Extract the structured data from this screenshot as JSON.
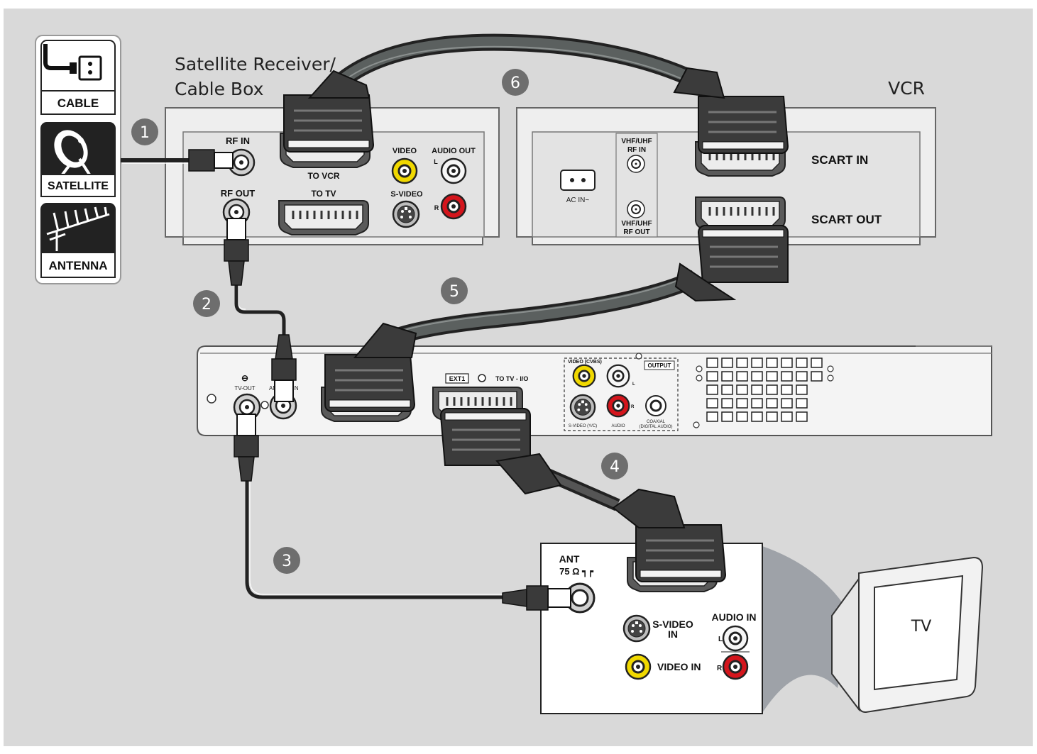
{
  "colors": {
    "background": "#d9d9d9",
    "panel": "#ebebeb",
    "panel_inner": "#dedede",
    "cable_dark": "#2c2f2e",
    "scart_plug": "#3a3a3a",
    "badge": "#6e6e6e",
    "yellow_jack": "#f0d800",
    "red_jack": "#d4151c",
    "tv_shadow": "#9ea2a8"
  },
  "source_panel": {
    "cable_label": "CABLE",
    "satellite_label": "SATELLITE",
    "antenna_label": "ANTENNA",
    "icons": [
      "cable-wall-outlet-icon",
      "satellite-dish-icon",
      "antenna-icon"
    ]
  },
  "satellite_receiver": {
    "title_line1": "Satellite Receiver/",
    "title_line2": "Cable Box",
    "rf_in": "RF IN",
    "rf_out": "RF OUT",
    "to_vcr": "TO VCR",
    "to_tv": "TO TV",
    "video": "VIDEO",
    "audio_out": "AUDIO OUT",
    "l": "L",
    "r": "R",
    "s_video": "S-VIDEO"
  },
  "vcr": {
    "title": "VCR",
    "ac_in": "AC IN~",
    "rf_in_line1": "VHF/UHF",
    "rf_in_line2": "RF IN",
    "rf_out_line1": "VHF/UHF",
    "rf_out_line2": "RF OUT",
    "scart_in": "SCART IN",
    "scart_out": "SCART OUT"
  },
  "recorder": {
    "tv_out": "TV-OUT",
    "antenna_in_left": "AN",
    "antenna_in_right": "-IN",
    "ext1": "EXT1",
    "to_tv_io": "TO TV - I/O",
    "video_cvbs": "VIDEO (CVBS)",
    "output": "OUTPUT",
    "s_video_yc": "S-VIDEO (Y/C)",
    "audio": "AUDIO",
    "coaxial_line1": "COAXIAL",
    "coaxial_line2": "(DIGITAL AUDIO)",
    "l": "L",
    "r": "R"
  },
  "tv_panel": {
    "ant_line1": "ANT",
    "ant_line2": "75 Ω ┑┍",
    "s_video_in_line1": "S-VIDEO",
    "s_video_in_line2": "IN",
    "video_in": "VIDEO IN",
    "audio_in": "AUDIO IN",
    "l": "L",
    "r": "R"
  },
  "tv_label": "TV",
  "steps": [
    "1",
    "2",
    "3",
    "4",
    "5",
    "6"
  ]
}
